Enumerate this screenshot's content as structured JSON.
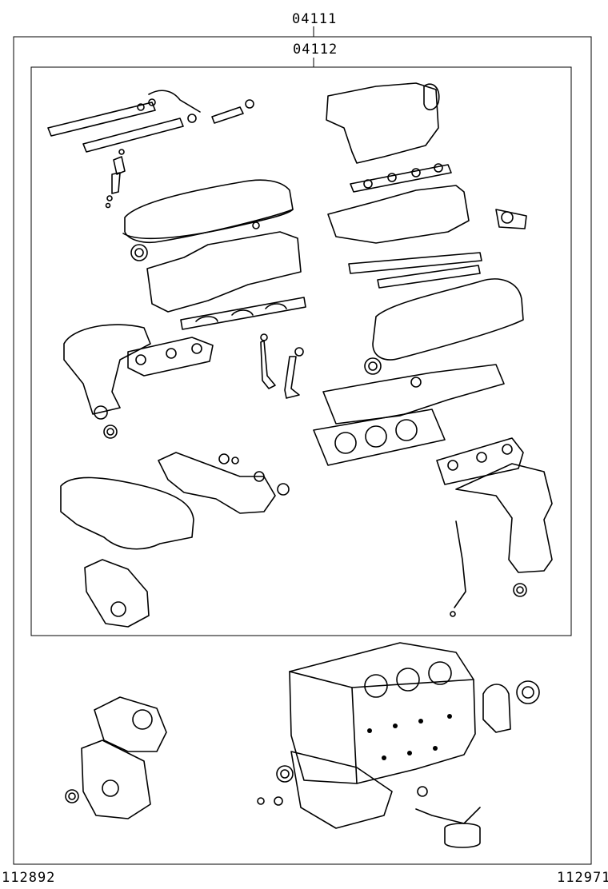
{
  "diagram": {
    "outer_kit_part_number": "04111",
    "inner_kit_part_number": "04112",
    "left_footer_code": "112892",
    "right_footer_code": "112971"
  }
}
